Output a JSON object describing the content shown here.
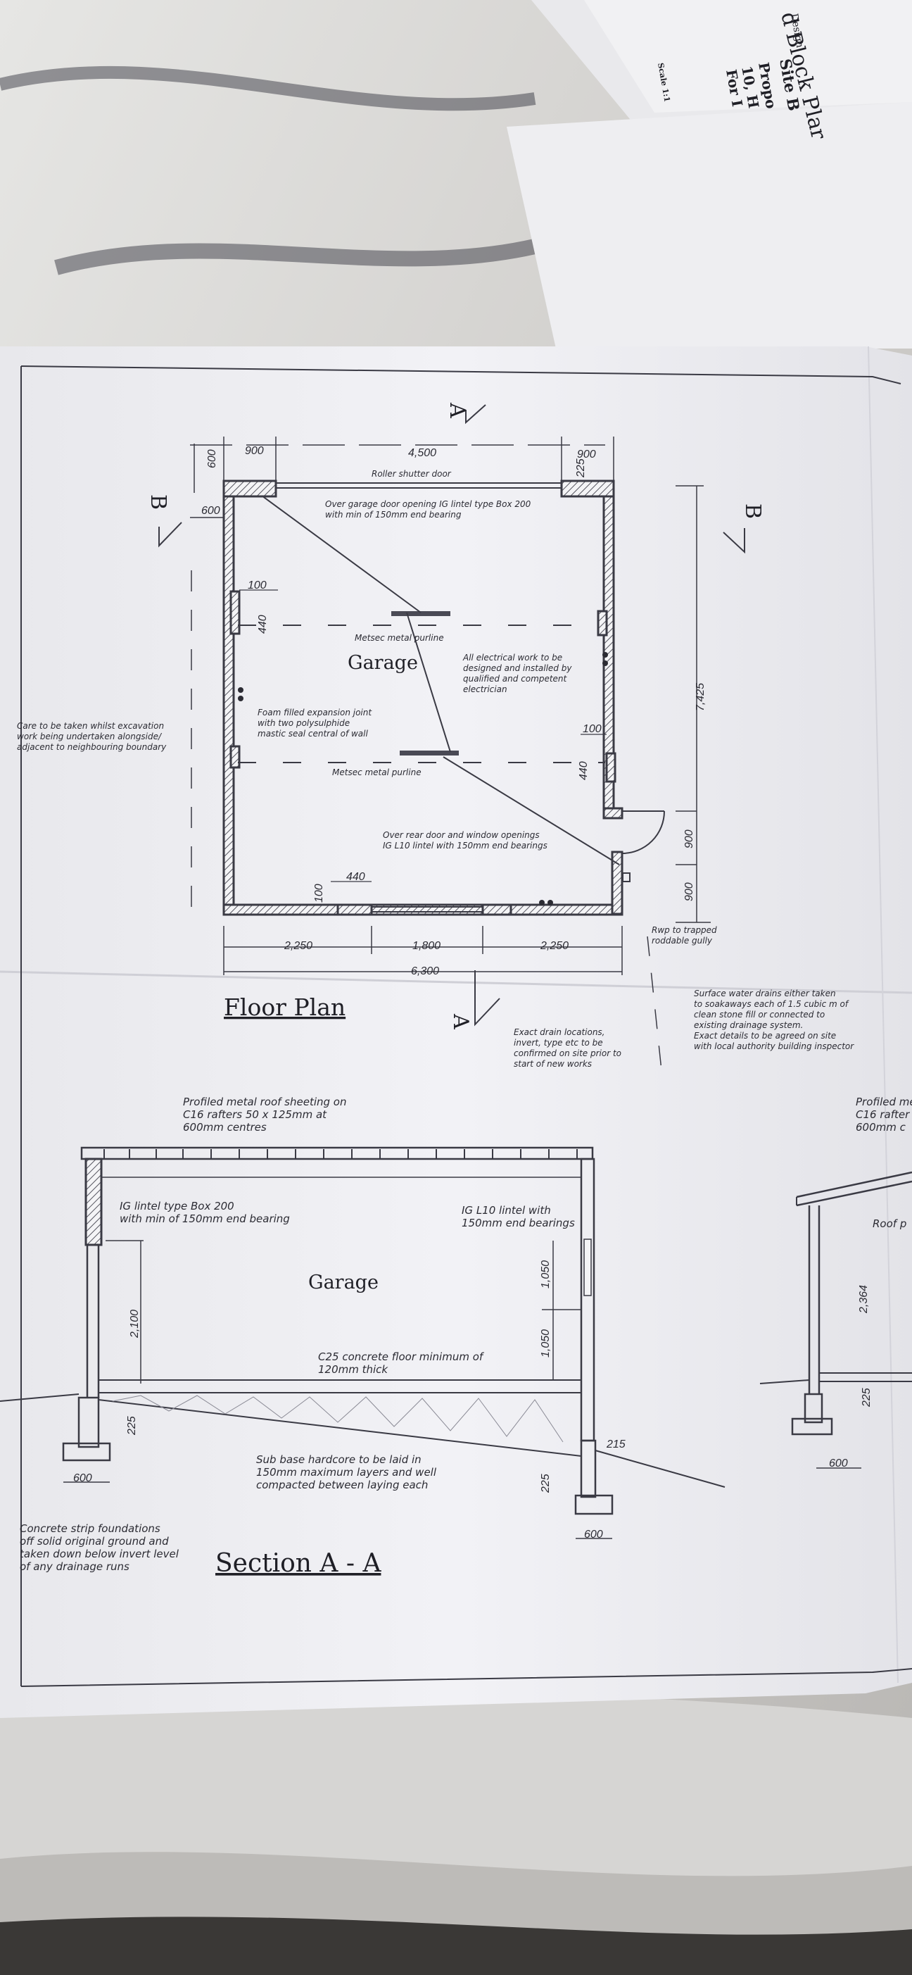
{
  "corner_sheet": {
    "title": "d Block Plar",
    "lines": [
      "Site B",
      "Propo",
      "10, H",
      "For I",
      "Design",
      "Scale 1:1"
    ]
  },
  "floor_plan": {
    "title": "Floor Plan",
    "room_label": "Garage",
    "section_marks": {
      "a": "A",
      "b": "B"
    },
    "dims": {
      "top_left": "900",
      "top_mid": "4,500",
      "top_right": "900",
      "left_600": "600",
      "left_600b": "600",
      "right_225": "225",
      "height": "7,425",
      "pier_100": "100",
      "pier_440": "440",
      "pier_100b": "100",
      "pier_440b": "440",
      "pier_100c": "100",
      "pier_440c": "440",
      "door_900": "900",
      "door_900b": "900",
      "bottom_left": "2,250",
      "bottom_mid": "1,800",
      "bottom_right": "2,250",
      "overall": "6,300"
    },
    "notes": {
      "roller": "Roller shutter door",
      "lintel_front": [
        "Over garage door opening IG lintel type Box 200",
        "with min of 150mm end bearing"
      ],
      "purlin_top": "Metsec metal purline",
      "purlin_bottom": "Metsec metal purline",
      "electrical": [
        "All electrical work to be",
        "designed and installed by",
        "qualified and competent",
        "electrician"
      ],
      "foam": [
        "Foam filled expansion joint",
        "with two polysulphide",
        "mastic seal central of wall"
      ],
      "care": [
        "Care to be taken whilst excavation",
        "work being undertaken alongside/",
        "adjacent to neighbouring boundary"
      ],
      "lintel_rear": [
        "Over rear door and window openings",
        "IG L10 lintel with 150mm end bearings"
      ],
      "rwp": [
        "Rwp to trapped",
        "roddable gully"
      ],
      "drain": [
        "Exact drain locations,",
        "invert, type etc to be",
        "confirmed on site prior to",
        "start of new works"
      ],
      "surface": [
        "Surface water drains either taken",
        "to soakaways each of 1.5 cubic m of",
        "clean stone fill or connected to",
        "existing drainage system.",
        "Exact details to be agreed on site",
        "with local authority building inspector"
      ]
    }
  },
  "section": {
    "title": "Section A - A",
    "room_label": "Garage",
    "dims": {
      "h2100": "2,100",
      "h1050a": "1,050",
      "h1050b": "1,050",
      "d225a": "225",
      "d225b": "225",
      "d215": "215",
      "f600a": "600",
      "f600b": "600"
    },
    "notes": {
      "roof": [
        "Profiled metal roof sheeting on",
        "C16 rafters 50 x 125mm at",
        "600mm centres"
      ],
      "lintel_left": [
        "IG lintel type Box 200",
        "with min of 150mm end bearing"
      ],
      "lintel_right": [
        "IG L10 lintel with",
        "150mm end bearings"
      ],
      "floor": [
        "C25 concrete floor minimum of",
        "120mm thick"
      ],
      "subbase": [
        "Sub base hardcore to be laid in",
        "150mm maximum layers and well",
        "compacted between laying each"
      ],
      "foundation": [
        "Concrete strip foundations",
        "off solid original ground and",
        "taken down below invert level",
        "of any drainage runs"
      ]
    }
  },
  "partial_section": {
    "notes": [
      "Profiled me",
      "C16 rafter",
      "600mm c"
    ],
    "roof_label": "Roof p",
    "dims": {
      "h": "2,364",
      "d225": "225",
      "f600": "600"
    }
  }
}
